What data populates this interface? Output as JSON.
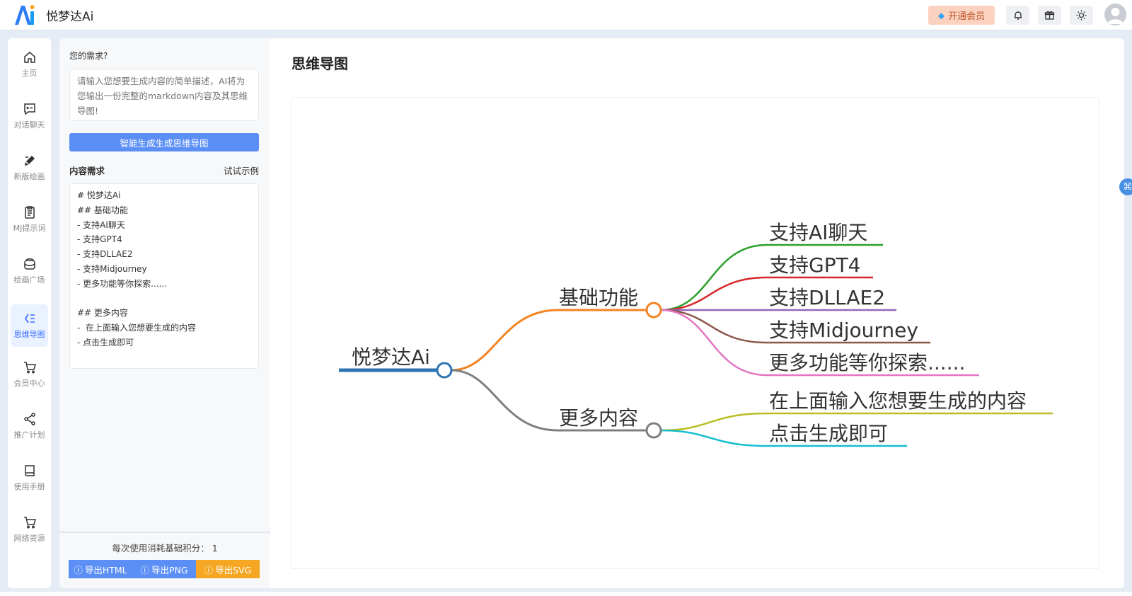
{
  "app": {
    "name": "悦梦达Ai"
  },
  "header": {
    "vip_label": "开通会员",
    "icons": [
      "notification-icon",
      "gift-icon",
      "theme-sun-icon"
    ]
  },
  "nav": {
    "items": [
      {
        "id": "home",
        "label": "主页",
        "icon": "home-icon"
      },
      {
        "id": "chat",
        "label": "对话聊天",
        "icon": "chat-icon"
      },
      {
        "id": "draw",
        "label": "新版绘画",
        "icon": "paint-brush-icon"
      },
      {
        "id": "mj-prompt",
        "label": "MJ提示词",
        "icon": "clipboard-icon"
      },
      {
        "id": "gallery",
        "label": "绘画广场",
        "icon": "gallery-icon"
      },
      {
        "id": "mindmap",
        "label": "思维导图",
        "icon": "mindmap-icon",
        "active": true
      },
      {
        "id": "member",
        "label": "会员中心",
        "icon": "cart-icon"
      },
      {
        "id": "promote",
        "label": "推广计划",
        "icon": "share-icon"
      },
      {
        "id": "manual",
        "label": "使用手册",
        "icon": "book-icon"
      },
      {
        "id": "resources",
        "label": "网络资源",
        "icon": "cart-icon"
      }
    ]
  },
  "panel": {
    "need_label": "您的需求?",
    "prompt_placeholder": "请输入您想要生成内容的简单描述，AI将为您输出一份完整的markdown内容及其思维导图!",
    "generate_label": "智能生成生成思维导图",
    "content_label": "内容需求",
    "example_label": "试试示例",
    "markdown_lines": [
      "# 悦梦达Ai",
      "## 基础功能",
      "- 支持AI聊天",
      "- 支持GPT4",
      "- 支持DLLAE2",
      "- 支持Midjourney",
      "- 更多功能等你探索......",
      "",
      "## 更多内容",
      "-  在上面输入您想要生成的内容",
      "- 点击生成即可"
    ],
    "points_text": "每次使用消耗基础积分：  1",
    "export": [
      {
        "label": "导出HTML",
        "color": "#5c8ff5"
      },
      {
        "label": "导出PNG",
        "color": "#5c8ff5"
      },
      {
        "label": "导出SVG",
        "color": "#f5a623"
      }
    ]
  },
  "main": {
    "title": "思维导图",
    "mindmap": {
      "root": {
        "text": "悦梦达Ai",
        "color": "#2e74b5"
      },
      "branches": [
        {
          "text": "基础功能",
          "color": "#f58220",
          "children": [
            {
              "text": "支持AI聊天",
              "color": "#2ca02c"
            },
            {
              "text": "支持GPT4",
              "color": "#d62728"
            },
            {
              "text": "支持DLLAE2",
              "color": "#9467bd"
            },
            {
              "text": "支持Midjourney",
              "color": "#8c564b"
            },
            {
              "text": "更多功能等你探索......",
              "color": "#e377c2"
            }
          ]
        },
        {
          "text": "更多内容",
          "color": "#7f7f7f",
          "children": [
            {
              "text": "在上面输入您想要生成的内容",
              "color": "#bcbd22"
            },
            {
              "text": "点击生成即可",
              "color": "#17becf"
            }
          ]
        }
      ]
    }
  }
}
